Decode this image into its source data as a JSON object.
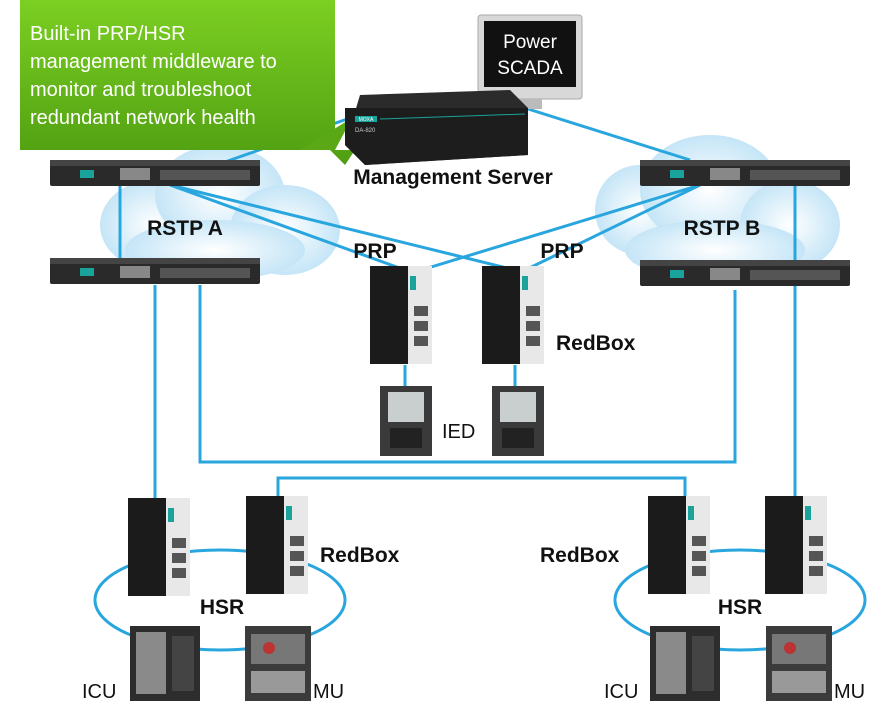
{
  "callout": {
    "lines": [
      "Built-in PRP/HSR",
      "management middleware to",
      "monitor  and troubleshoot",
      "redundant network health"
    ],
    "color": "#5fb21a"
  },
  "monitor": {
    "lines": [
      "Power",
      "SCADA"
    ]
  },
  "server": {
    "label": "Management Server",
    "badge": "MOXA",
    "model": "DA-820"
  },
  "clouds": {
    "left": "RSTP A",
    "right": "RSTP B"
  },
  "prp": {
    "left": "PRP",
    "right": "PRP"
  },
  "redbox": {
    "center": "RedBox",
    "left": "RedBox",
    "right": "RedBox"
  },
  "ied": "IED",
  "hsr": {
    "left": "HSR",
    "right": "HSR"
  },
  "icu": {
    "left": "ICU",
    "right": "ICU"
  },
  "mu": {
    "left": "MU",
    "right": "MU"
  },
  "colors": {
    "link": "#2aa6de",
    "cloud": "#cfe9f7",
    "device": "#1e1e1e"
  }
}
